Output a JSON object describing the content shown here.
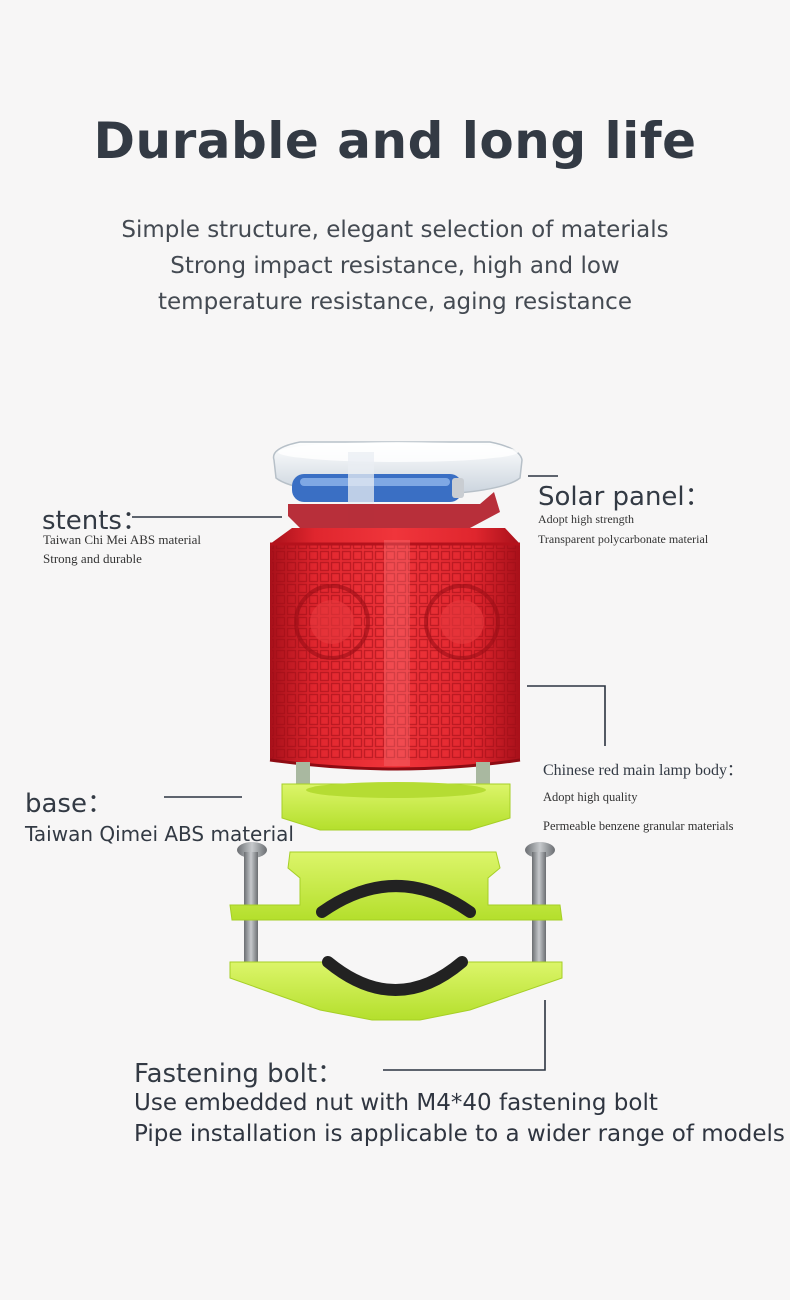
{
  "title": "Durable and long life",
  "subtitle": [
    "Simple structure, elegant selection of materials",
    "Strong impact resistance, high and low",
    "temperature resistance, aging resistance"
  ],
  "callouts": {
    "stents": {
      "heading": "stents：",
      "lines": [
        "Taiwan Chi Mei ABS material",
        "Strong and durable"
      ]
    },
    "solar_panel": {
      "heading": "Solar panel：",
      "lines": [
        "Adopt high strength",
        "Transparent polycarbonate material"
      ]
    },
    "lamp_body": {
      "heading": "Chinese red main lamp body：",
      "lines": [
        "Adopt high quality",
        "Permeable benzene granular materials"
      ]
    },
    "base": {
      "heading": "base：",
      "lines": [
        "Taiwan Qimei ABS material"
      ]
    },
    "fastening_bolt": {
      "heading": "Fastening bolt：",
      "lines": [
        "Use embedded nut with M4*40 fastening bolt",
        "Pipe installation is applicable to a wider range of models"
      ]
    }
  },
  "colors": {
    "lamp_red": "#d8202a",
    "base_green": "#c8ee44",
    "text_dark": "#333a44",
    "leader_line": "#2b3440"
  }
}
